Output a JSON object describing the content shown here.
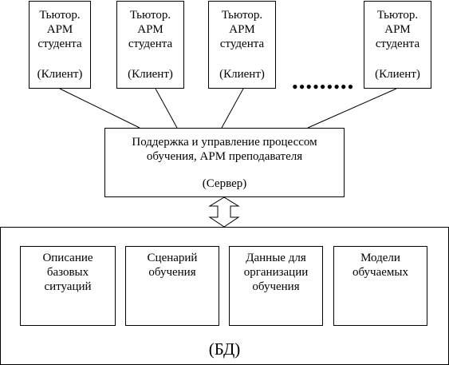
{
  "clients": [
    {
      "title": "Тьютор.\nАРМ\nстудента",
      "role": "(Клиент)"
    },
    {
      "title": "Тьютор.\nАРМ\nстудента",
      "role": "(Клиент)"
    },
    {
      "title": "Тьютор.\nАРМ\nстудента",
      "role": "(Клиент)"
    },
    {
      "title": "Тьютор.\nАРМ\nстудента",
      "role": "(Клиент)"
    }
  ],
  "ellipsis": "•••••••••",
  "server": {
    "title": "Поддержка и управление процессом\nобучения, АРМ преподавателя",
    "role": "(Сервер)"
  },
  "database": {
    "label": "(БД)",
    "items": [
      "Описание\nбазовых\nситуаций",
      "Сценарий\nобучения",
      "Данные для\nорганизации\nобучения",
      "Модели\nобучаемых"
    ]
  }
}
